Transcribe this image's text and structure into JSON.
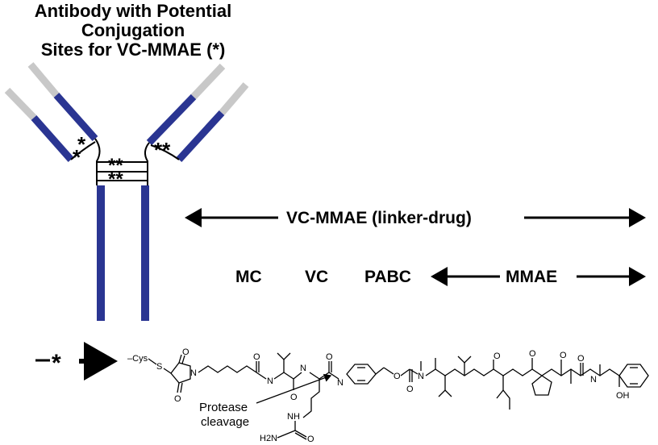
{
  "title": {
    "line1": "Antibody with Potential",
    "line2": "Conjugation",
    "line3": "Sites for VC-MMAE (*)"
  },
  "labels": {
    "linker_drug": "VC-MMAE (linker-drug)",
    "mc": "MC",
    "vc": "VC",
    "pabc": "PABC",
    "mmae": "MMAE",
    "legend_mark": "*",
    "protease_line1": "Protease",
    "protease_line2": "cleavage",
    "cys": "Cys",
    "s": "S",
    "o": "O",
    "n": "N",
    "h": "H",
    "nh": "NH",
    "oh": "OH",
    "h2n": "H2N",
    "asterisk_pair": "**"
  },
  "colors": {
    "heavy_chain": "#2a3592",
    "light_chain_constant": "#c8c8c8",
    "ink": "#000000"
  }
}
